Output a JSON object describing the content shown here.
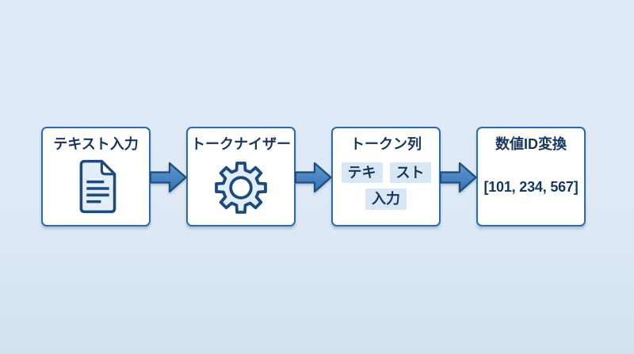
{
  "colors": {
    "background_top": "#dfeaf6",
    "background_bottom": "#d2e1f0",
    "box_border": "#2a6cae",
    "box_background": "#ffffff",
    "text": "#16365e",
    "arrow_fill_top": "#5e96d0",
    "arrow_fill_bottom": "#3973b3",
    "arrow_border": "#1e4e79",
    "token_chip_background": "#d9e6f3",
    "icon_fill": "#e3eef9",
    "icon_stroke": "#1b4a7d"
  },
  "flow": {
    "steps": [
      {
        "id": "text-input",
        "title": "テキスト入力",
        "icon": "document-icon"
      },
      {
        "id": "tokenizer",
        "title": "トークナイザー",
        "icon": "gear-icon"
      },
      {
        "id": "token-sequence",
        "title": "トークン列",
        "tokens": [
          "テキ",
          "スト",
          "入力"
        ]
      },
      {
        "id": "numeric-id-conversion",
        "title": "数値ID変換",
        "value": "[101, 234, 567]"
      }
    ],
    "connector": {
      "icon": "right-arrow-icon",
      "count": 3
    }
  }
}
